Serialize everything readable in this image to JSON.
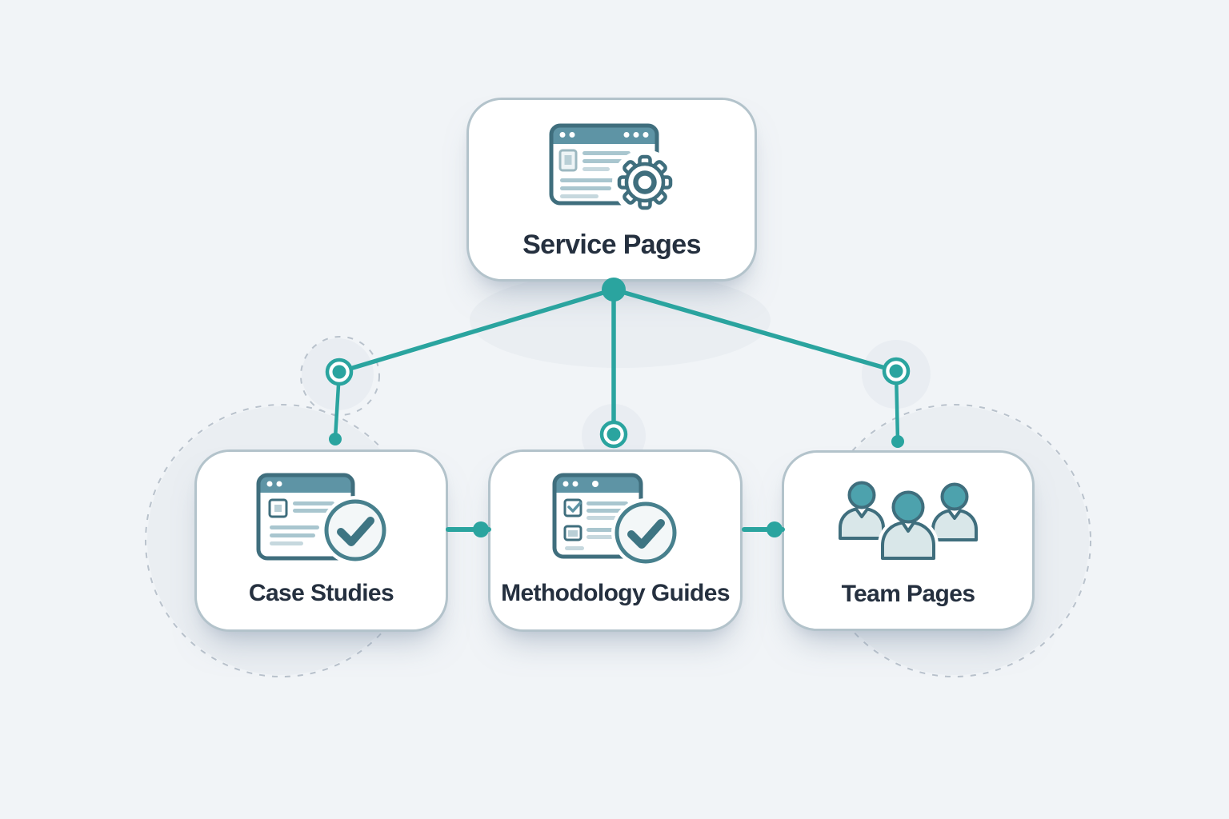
{
  "diagram": {
    "root": {
      "label": "Service Pages",
      "icon": "browser-gear-icon"
    },
    "children": [
      {
        "label": "Case Studies",
        "icon": "browser-check-icon"
      },
      {
        "label": "Methodology Guides",
        "icon": "checklist-check-icon"
      },
      {
        "label": "Team Pages",
        "icon": "team-icon"
      }
    ],
    "colors": {
      "background": "#f1f4f7",
      "accent": "#2aa49f",
      "box_fill": "#ffffff",
      "box_border": "#b3c3cb",
      "label_text": "#25303f",
      "icon_outline": "#3f6e7d",
      "icon_header": "#5e94a5",
      "icon_line": "#a9c6cf",
      "people_head": "#4da2ad",
      "people_body": "#d9e7e9",
      "dashed_stroke": "#b9c2cc"
    }
  }
}
